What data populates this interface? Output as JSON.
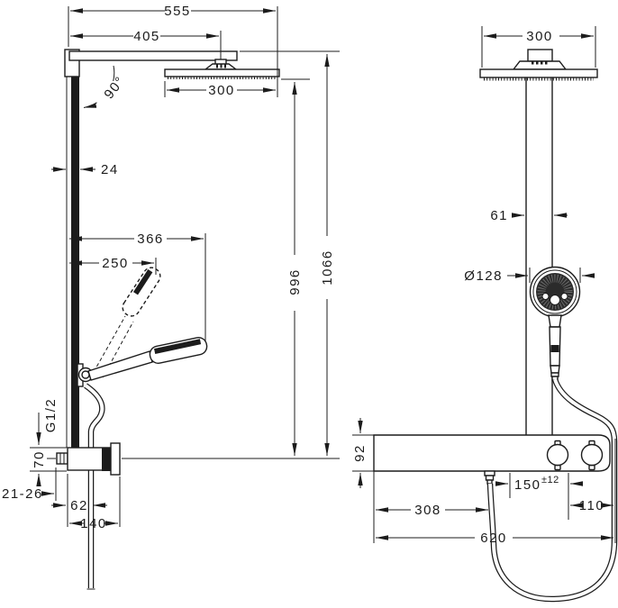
{
  "drawing": {
    "type": "technical-dimension-drawing",
    "subject": "showerpipe with overhead shower, hand shower and thermostat shelf",
    "colors": {
      "line": "#1c1c1c",
      "background": "#ffffff"
    },
    "side_view": {
      "labels": {
        "d555": "555",
        "d405": "405",
        "d300": "300",
        "a90": "90°",
        "d24": "24",
        "d366": "366",
        "d250": "250",
        "d996": "996",
        "d1066": "1066",
        "g12": "G1/2",
        "d70": "70",
        "d2126": "21-26",
        "d62": "62",
        "d140": "140"
      }
    },
    "front_view": {
      "labels": {
        "d300": "300",
        "d61": "61",
        "d128": "Ø128",
        "d92": "92",
        "d150": "150",
        "d150tol": "±12",
        "d110": "110",
        "d308": "308",
        "d620": "620"
      }
    }
  }
}
